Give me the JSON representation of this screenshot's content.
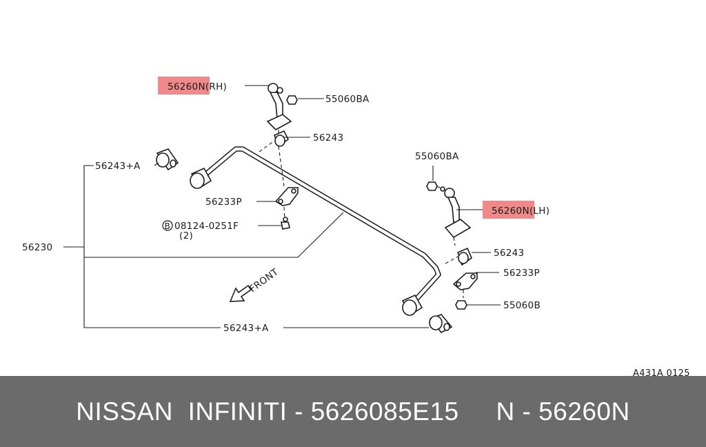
{
  "diagram": {
    "labels": {
      "rh_link_part": "56260",
      "rh_link_suffix": "N(RH)",
      "rh_nut": "55060BA",
      "rh_bushing": "56243",
      "lh_nut_top": "55060BA",
      "lh_link_part": "56260",
      "lh_link_suffix": "N(LH)",
      "upper_bushing_a": "56243+A",
      "rh_clamp": "56233P",
      "bolt": "08124-0251F",
      "bolt_marker": "B",
      "bolt_qty": "(2)",
      "stabilizer_bar": "56230",
      "lh_bushing": "56243",
      "lh_clamp": "56233P",
      "lh_nut_bottom": "55060B",
      "front": "FRONT",
      "lower_bushing_a": "56243+A",
      "diagram_code": "A431A 0125"
    },
    "highlight_color": "#f08a8a"
  },
  "footer": {
    "title": "NISSAN  INFINITI - 5626085E15     N - 56260N"
  }
}
